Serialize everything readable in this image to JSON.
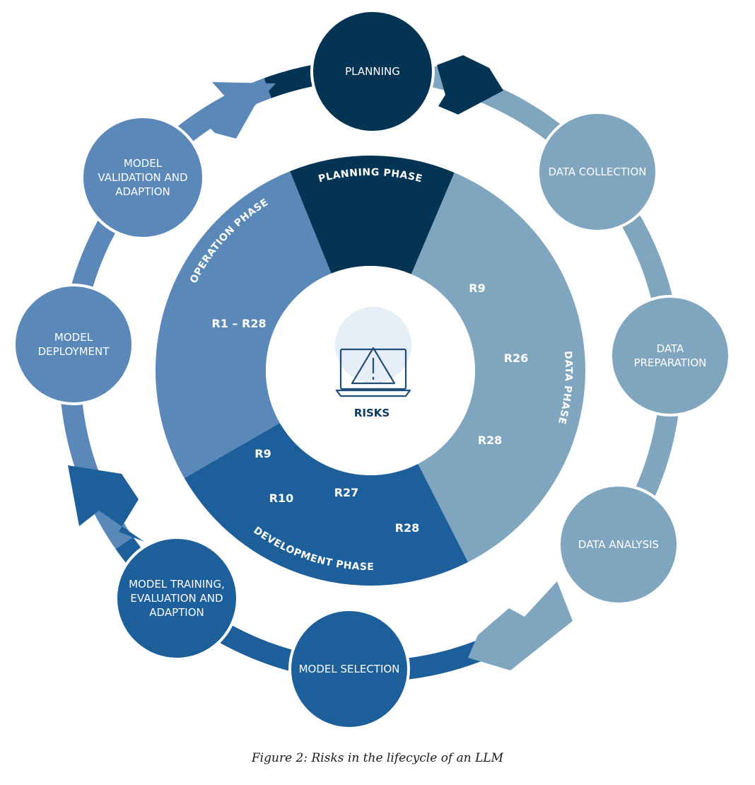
{
  "diagram": {
    "colors": {
      "planning": "#033453",
      "data": "#7fa5bf",
      "development": "#1c5f9b",
      "operation": "#5a88b9",
      "center_circle": "#e6eef8",
      "icon": "#1f4e79"
    },
    "nodes": [
      {
        "id": "planning",
        "lines": [
          "PLANNING"
        ]
      },
      {
        "id": "data-collection",
        "lines": [
          "DATA COLLECTION"
        ]
      },
      {
        "id": "data-preparation",
        "lines": [
          "DATA",
          "PREPARATION"
        ]
      },
      {
        "id": "data-analysis",
        "lines": [
          "DATA ANALYSIS"
        ]
      },
      {
        "id": "model-selection",
        "lines": [
          "MODEL SELECTION"
        ]
      },
      {
        "id": "model-training",
        "lines": [
          "MODEL TRAINING,",
          "EVALUATION AND",
          "ADAPTION"
        ]
      },
      {
        "id": "model-deployment",
        "lines": [
          "MODEL",
          "DEPLOYMENT"
        ]
      },
      {
        "id": "model-validation",
        "lines": [
          "MODEL",
          "VALIDATION AND",
          "ADAPTION"
        ]
      }
    ],
    "phases": [
      {
        "id": "planning-phase",
        "label": "PLANNING PHASE",
        "risks": []
      },
      {
        "id": "data-phase",
        "label": "DATA PHASE",
        "risks": [
          "R9",
          "R26",
          "R28"
        ]
      },
      {
        "id": "development-phase",
        "label": "DEVELOPMENT PHASE",
        "risks": [
          "R9",
          "R10",
          "R27",
          "R28"
        ]
      },
      {
        "id": "operation-phase",
        "label": "OPERATION PHASE",
        "risks": [
          "R1 – R28"
        ]
      }
    ],
    "center": {
      "label": "RISKS",
      "icon": "warning-monitor-icon"
    }
  },
  "caption": "Figure 2: Risks in the lifecycle of an LLM"
}
